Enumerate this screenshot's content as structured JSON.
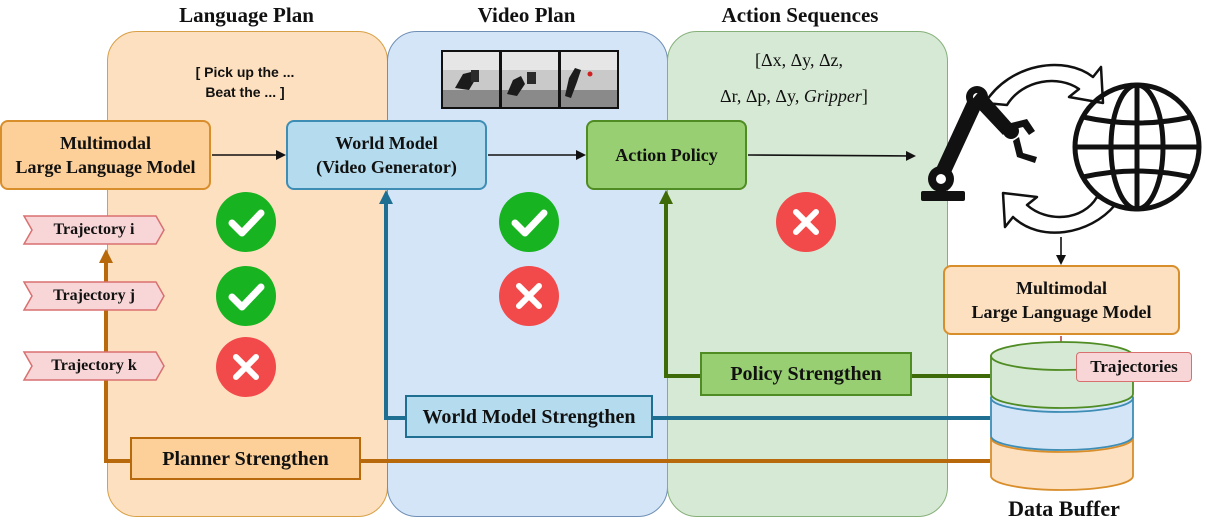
{
  "columns": {
    "language_plan": "Language Plan",
    "video_plan": "Video Plan",
    "action_sequences": "Action Sequences"
  },
  "language_plan_text": {
    "line1": "[ Pick up the ...",
    "line2": "Beat the ... ]"
  },
  "action_math": {
    "line1": "[Δx, Δy, Δz,",
    "line2_prefix": "Δr, Δp, Δy, ",
    "line2_italic": "Gripper",
    "line2_suffix": "]"
  },
  "boxes": {
    "mllm_left_line1": "Multimodal",
    "mllm_left_line2": "Large Language Model",
    "world_model_line1": "World Model",
    "world_model_line2": "(Video Generator)",
    "action_policy": "Action Policy",
    "mllm_right_line1": "Multimodal",
    "mllm_right_line2": "Large Language Model"
  },
  "trajectories": [
    "Trajectory i",
    "Trajectory j",
    "Trajectory k"
  ],
  "trajectories_label": "Trajectories",
  "strengthen": {
    "policy": "Policy Strengthen",
    "world_model": "World Model Strengthen",
    "planner": "Planner Strengthen"
  },
  "data_buffer": "Data Buffer",
  "marks": {
    "language": [
      "check",
      "check",
      "cross"
    ],
    "video": [
      "check",
      "cross"
    ],
    "action": [
      "cross"
    ]
  },
  "colors": {
    "orange_panel": "#fde0c0",
    "blue_panel": "#d5e5f8",
    "green_panel": "#d6e9d4",
    "orange_box": "#fdd09a",
    "blue_box": "#b4dcee",
    "green_box": "#98cf72",
    "pink_tag": "#f8d5d6",
    "check_green": "#17b320",
    "cross_red": "#f24a4a",
    "planner_arrow": "#b8690b",
    "world_arrow": "#1f6f93",
    "policy_arrow": "#3e6b08"
  }
}
